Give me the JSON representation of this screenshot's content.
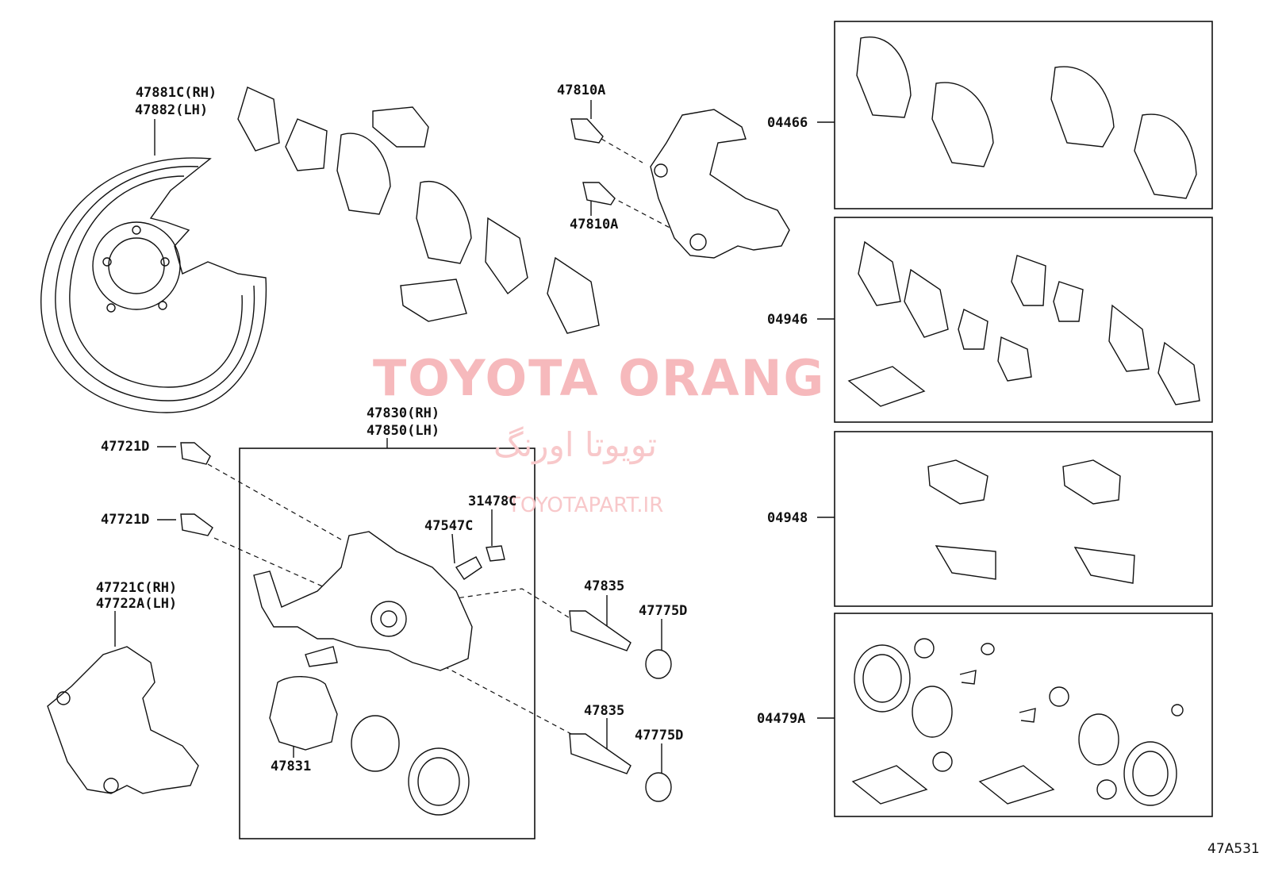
{
  "watermark": {
    "brand": "TOYOTA ORANG",
    "brand_fa": "تویوتا اورنگ",
    "url": "TOYOTAPART.IR"
  },
  "diagram_code": "47A531",
  "parts": {
    "dust_cover": [
      "47881C(RH)",
      "47882(LH)"
    ],
    "bolt_upper_a": "47810A",
    "bolt_lower_a": "47810A",
    "kit_pads": "04466",
    "kit_shims": "04946",
    "kit_fittings": "04948",
    "kit_cylinder": "04479A",
    "caliper_assy": [
      "47830(RH)",
      "47850(LH)"
    ],
    "bolt_d_upper": "47721D",
    "bolt_d_lower": "47721D",
    "bleeder_plug": "47547C",
    "bleeder_cap": "31478C",
    "mounting": [
      "47721C(RH)",
      "47722A(LH)"
    ],
    "slide_pin_upper": "47835",
    "slide_pin_lower": "47835",
    "boot_upper": "47775D",
    "boot_lower": "47775D",
    "piston": "47831"
  }
}
